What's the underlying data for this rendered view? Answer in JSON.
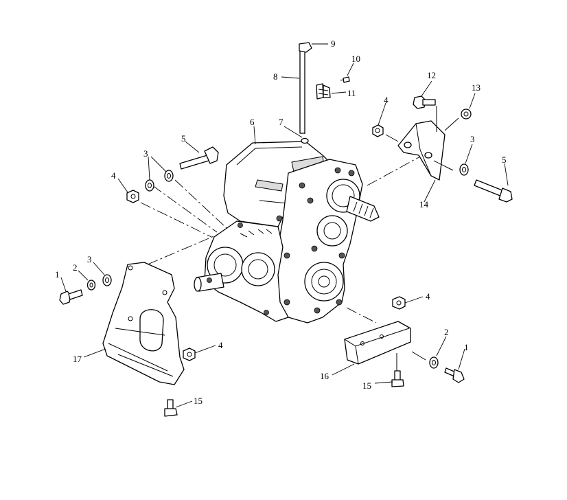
{
  "callouts": [
    {
      "id": "c1a",
      "text": "1"
    },
    {
      "id": "c1b",
      "text": "1"
    },
    {
      "id": "c2a",
      "text": "2"
    },
    {
      "id": "c2b",
      "text": "2"
    },
    {
      "id": "c3a",
      "text": "3"
    },
    {
      "id": "c3b",
      "text": "3"
    },
    {
      "id": "c3c",
      "text": "3"
    },
    {
      "id": "c4a",
      "text": "4"
    },
    {
      "id": "c4b",
      "text": "4"
    },
    {
      "id": "c4c",
      "text": "4"
    },
    {
      "id": "c4d",
      "text": "4"
    },
    {
      "id": "c5a",
      "text": "5"
    },
    {
      "id": "c5b",
      "text": "5"
    },
    {
      "id": "c6",
      "text": "6"
    },
    {
      "id": "c7",
      "text": "7"
    },
    {
      "id": "c8",
      "text": "8"
    },
    {
      "id": "c9",
      "text": "9"
    },
    {
      "id": "c10",
      "text": "10"
    },
    {
      "id": "c11",
      "text": "11"
    },
    {
      "id": "c12",
      "text": "12"
    },
    {
      "id": "c13",
      "text": "13"
    },
    {
      "id": "c14",
      "text": "14"
    },
    {
      "id": "c15a",
      "text": "15"
    },
    {
      "id": "c15b",
      "text": "15"
    },
    {
      "id": "c16",
      "text": "16"
    },
    {
      "id": "c17",
      "text": "17"
    }
  ]
}
